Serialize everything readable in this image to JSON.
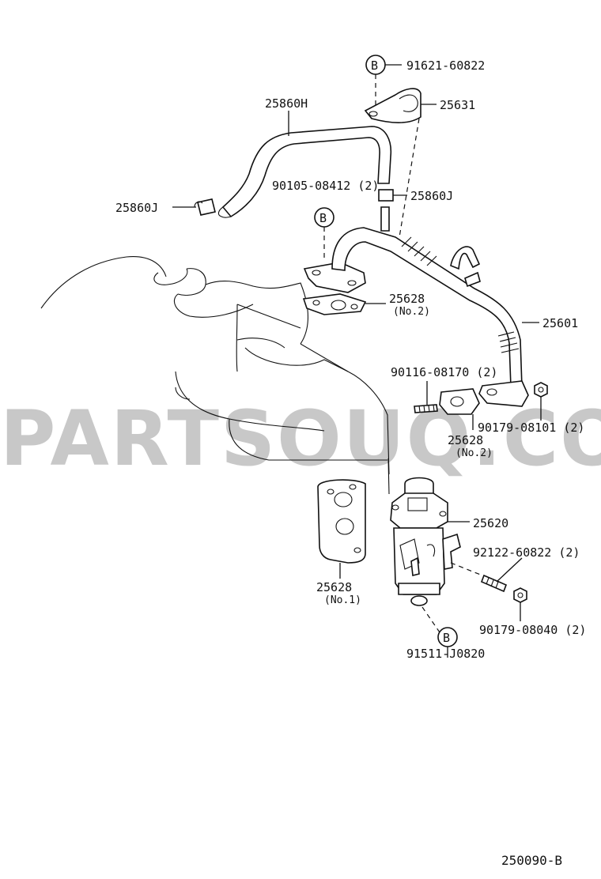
{
  "watermark": "PARTSOUQ.COM",
  "diagram_code": "250090-B",
  "bolt_marker": "B",
  "labels": {
    "p91621": "91621-60822",
    "p25631": "25631",
    "p25860H": "25860H",
    "p25860J_left": "25860J",
    "p90105": "90105-08412 (2)",
    "p25860J_right": "25860J",
    "p25628_top": "25628",
    "p25628_top_sub": "(No.2)",
    "p25601": "25601",
    "p90116": "90116-08170 (2)",
    "p25628_mid": "25628",
    "p25628_mid_sub": "(No.2)",
    "p90179_a": "90179-08101 (2)",
    "p25620": "25620",
    "p25628_low": "25628",
    "p25628_low_sub": "(No.1)",
    "p92122": "92122-60822 (2)",
    "p90179_b": "90179-08040 (2)",
    "p91511": "91511-J0820"
  }
}
